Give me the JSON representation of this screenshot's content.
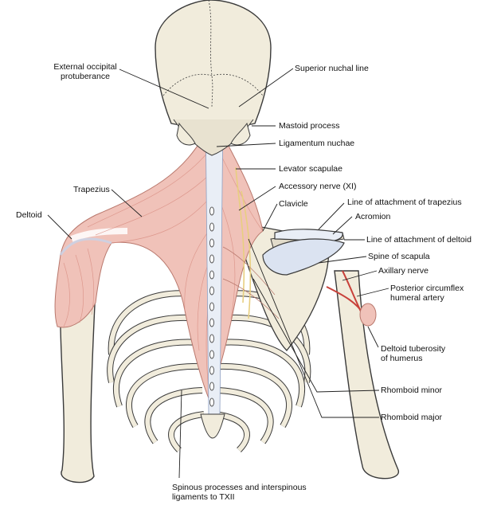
{
  "colors": {
    "bone": "#f1ecdc",
    "bone_outline": "#3a3a3a",
    "muscle": "#f0c2b9",
    "muscle_dark": "#d98e83",
    "tendon": "#e9eef6",
    "tendon_blue": "#c7d3ea",
    "nerve": "#f4e2a6",
    "artery": "#c8413a",
    "leader": "#222222"
  },
  "labels": {
    "ext_occ_1": "External occipital",
    "ext_occ_2": "protuberance",
    "superior_nuchal": "Superior nuchal line",
    "mastoid": "Mastoid process",
    "lig_nuchae": "Ligamentum nuchae",
    "levator": "Levator scapulae",
    "accessory": "Accessory nerve (XI)",
    "trapezius": "Trapezius",
    "clavicle": "Clavicle",
    "line_trap": "Line of attachment of trapezius",
    "deltoid": "Deltoid",
    "acromion": "Acromion",
    "line_delt": "Line of attachment of deltoid",
    "spine_scap": "Spine of scapula",
    "axillary": "Axillary nerve",
    "post_circ_1": "Posterior circumflex",
    "post_circ_2": "humeral artery",
    "delt_tub_1": "Deltoid tuberosity",
    "delt_tub_2": "of humerus",
    "rhomb_minor": "Rhomboid minor",
    "rhomb_major": "Rhomboid major",
    "spinous_1": "Spinous processes and interspinous",
    "spinous_2": "ligaments to TXII"
  }
}
